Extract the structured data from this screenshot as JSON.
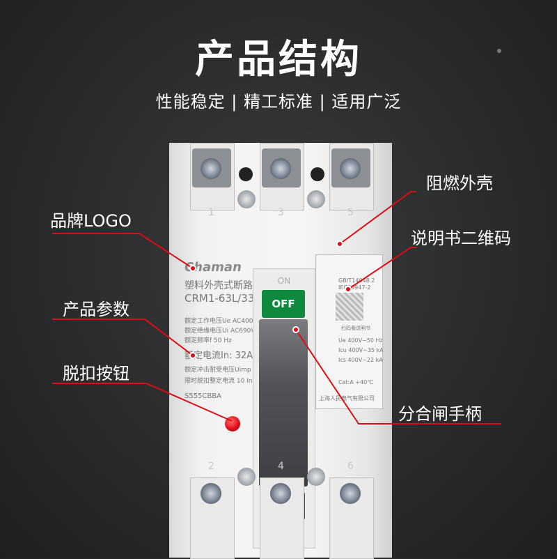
{
  "header": {
    "title": "产品结构",
    "subtitle": "性能稳定 | 精工标准 | 适用广泛"
  },
  "callouts": {
    "flame_retardant_case": "阻燃外壳",
    "brand_logo": "品牌LOGO",
    "manual_qr": "说明书二维码",
    "product_params": "产品参数",
    "trip_button": "脱扣按钮",
    "handle": "分合闸手柄"
  },
  "breaker": {
    "brand": "Chaman",
    "name": "塑料外壳式断路器",
    "model": "CRM1-63L/3300",
    "params": [
      "额定工作电压Ue  AC400V",
      "额定绝缘电压Ui  AC690V",
      "额定频率f        50 Hz",
      "额定电流In: 32A",
      "额定冲击耐受电压Uimp 6kV",
      "限时脱扣整定电流   10 In"
    ],
    "serial": "S555CBBA",
    "on_top": "ON",
    "off_label": "OFF",
    "on_label": "ON",
    "off_bottom": "OFF",
    "terminals_top": [
      "1",
      "3",
      "5"
    ],
    "terminals_bottom": [
      "2",
      "4",
      "6"
    ],
    "standard_1": "GB/T14048.2",
    "standard_2": "IEC60947-2",
    "scan_note": "扫码看说明书",
    "spec_1": "Ue  400V~50 Hz",
    "spec_2": "Icu  400V~35 kA",
    "spec_3": "Ics  400V~22 kA",
    "category": "Cat:A  +40℃",
    "maker": "上海人民电气有限公司"
  },
  "colors": {
    "accent_red": "#e00b12",
    "off_green": "#0f8a3c",
    "on_red": "#c8102e"
  }
}
